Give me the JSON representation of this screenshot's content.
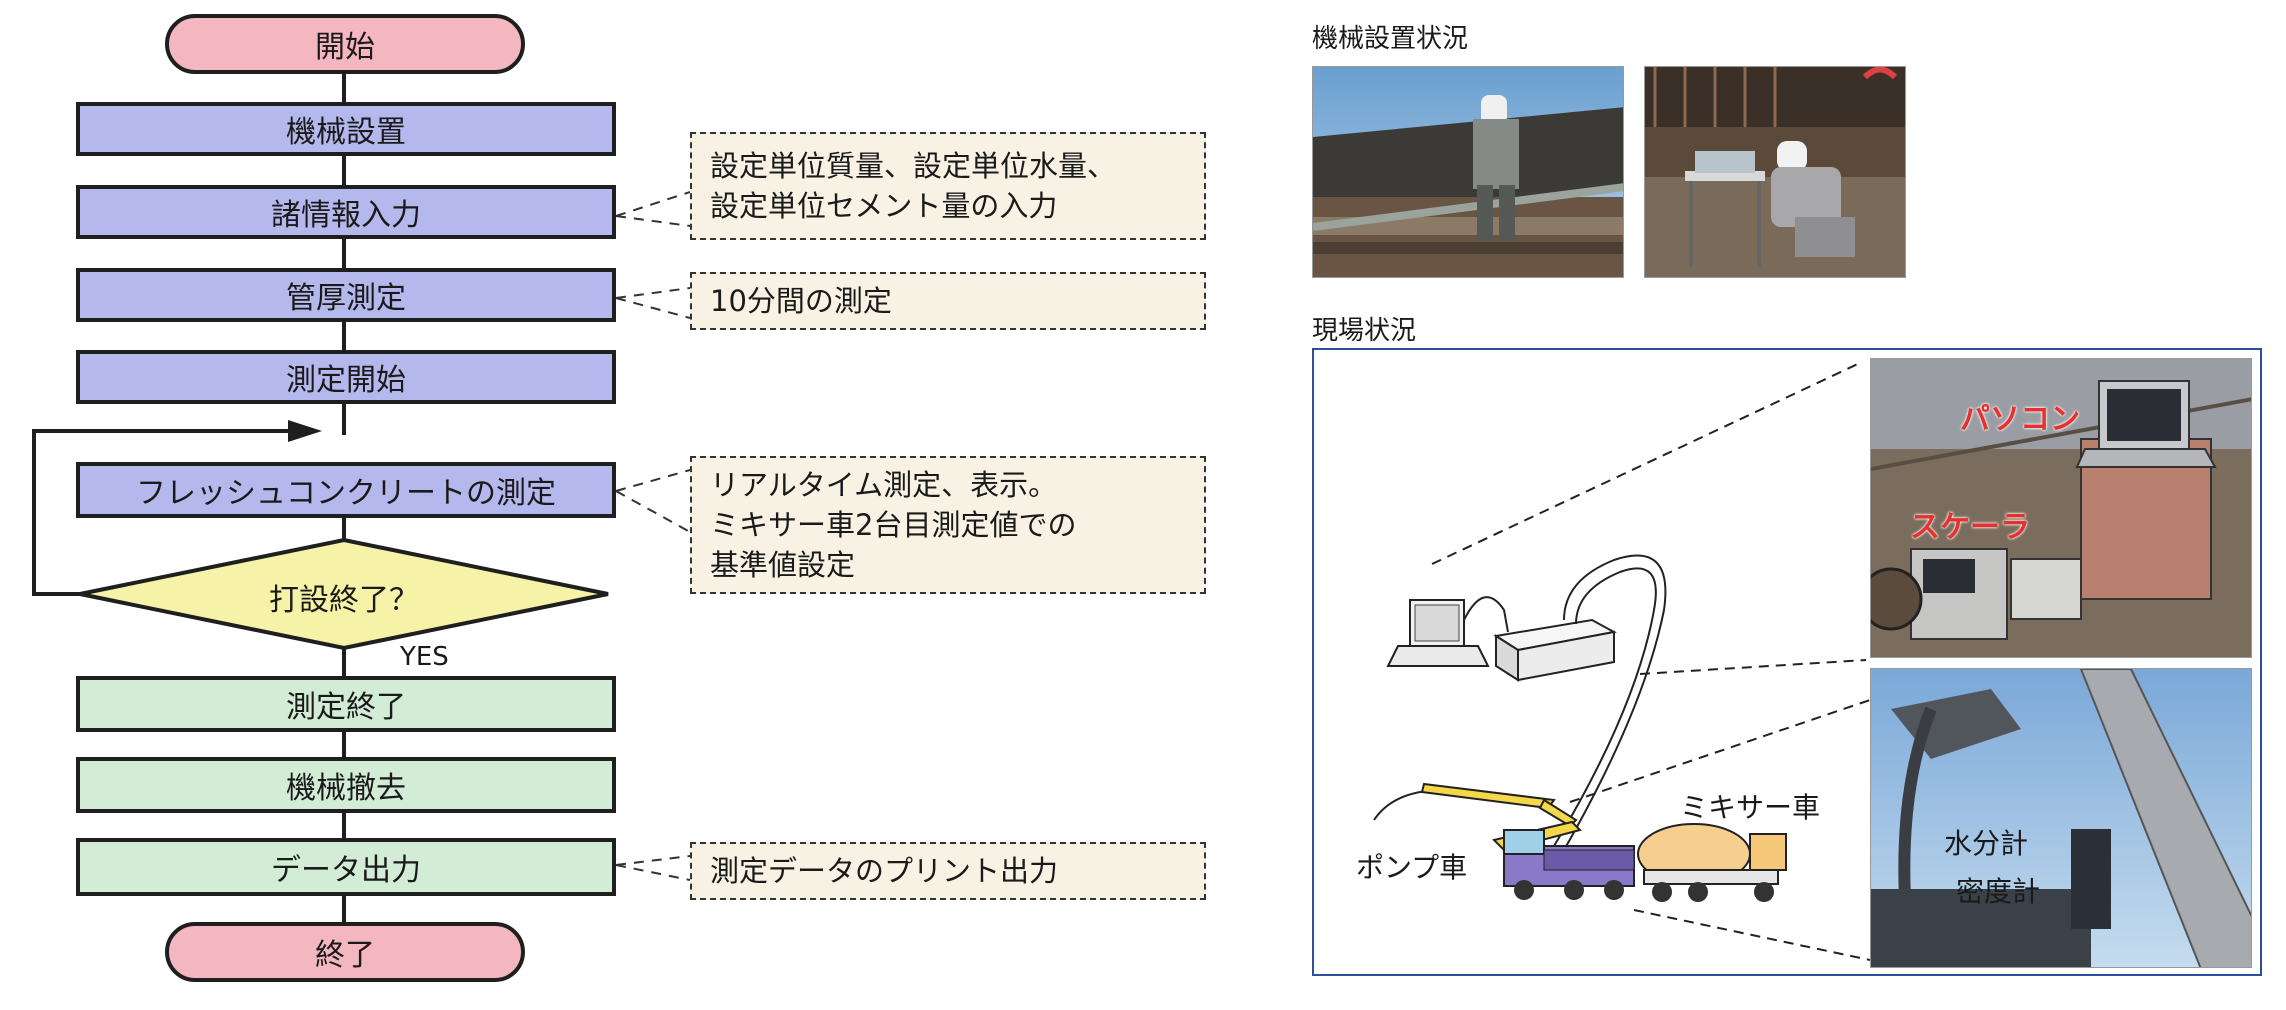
{
  "flow": {
    "start": "開始",
    "steps": [
      {
        "label": "機械設置"
      },
      {
        "label": "諸情報入力"
      },
      {
        "label": "管厚測定"
      },
      {
        "label": "測定開始"
      },
      {
        "label": "フレッシュコンクリートの測定"
      }
    ],
    "decision": "打設終了？",
    "yes": "YES",
    "after": [
      {
        "label": "測定終了"
      },
      {
        "label": "機械撤去"
      },
      {
        "label": "データ出力"
      }
    ],
    "end": "終了"
  },
  "notes": {
    "info": [
      "設定単位質量、設定単位水量、",
      "設定単位セメント量の入力"
    ],
    "thickness": [
      "10分間の測定"
    ],
    "measure": [
      "リアルタイム測定、表示。",
      "ミキサー車2台目測定値での",
      "基準値設定"
    ],
    "output": [
      "測定データのプリント出力"
    ]
  },
  "right": {
    "install_title": "機械設置状況",
    "site_title": "現場状況",
    "labels": {
      "pc": "パソコン",
      "scaler": "スケーラ",
      "mixer": "ミキサー車",
      "pump": "ポンプ車",
      "water": "水分計",
      "density": "密度計"
    }
  },
  "colors": {
    "terminal": "#f4b7c0",
    "process_blue": "#b4b8ec",
    "process_green": "#d2ecd6",
    "decision": "#f6f2a8",
    "note_bg": "#f8f2e4",
    "site_border": "#2b4f9e",
    "photo_label": "#e8312c"
  }
}
